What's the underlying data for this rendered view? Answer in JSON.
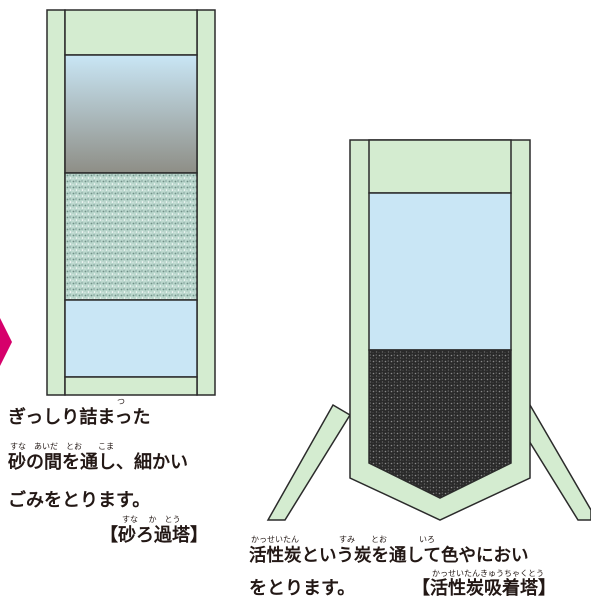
{
  "colors": {
    "frame": "#d4ecd0",
    "frame_stroke": "#2b2b2b",
    "water": "#c9e6f5",
    "sediment_top": "#c9e6f5",
    "sediment_bottom": "#8e8e86",
    "sand": "#b9d6cc",
    "charcoal": "#2a2a2a",
    "arrow": "#d6006b"
  },
  "sand_filter": {
    "ruby_tsu": "つ",
    "line1": "ぎっしり詰まった",
    "ruby_line2": "すな　あいだ　とお　　こま",
    "line2": "砂の間を通し、細かい",
    "line3": "ごみをとります。",
    "ruby_title": "すな　 か　とう",
    "title": "【砂ろ過塔】"
  },
  "carbon_tower": {
    "ruby_line1": "かっせいたん　　　　　すみ　　とお　　　　いろ",
    "line1": "活性炭という炭を通して色やにおい",
    "line2": "をとります。",
    "ruby_title": "かっせいたんきゅうちゃくとう",
    "title": "【活性炭吸着塔】"
  }
}
